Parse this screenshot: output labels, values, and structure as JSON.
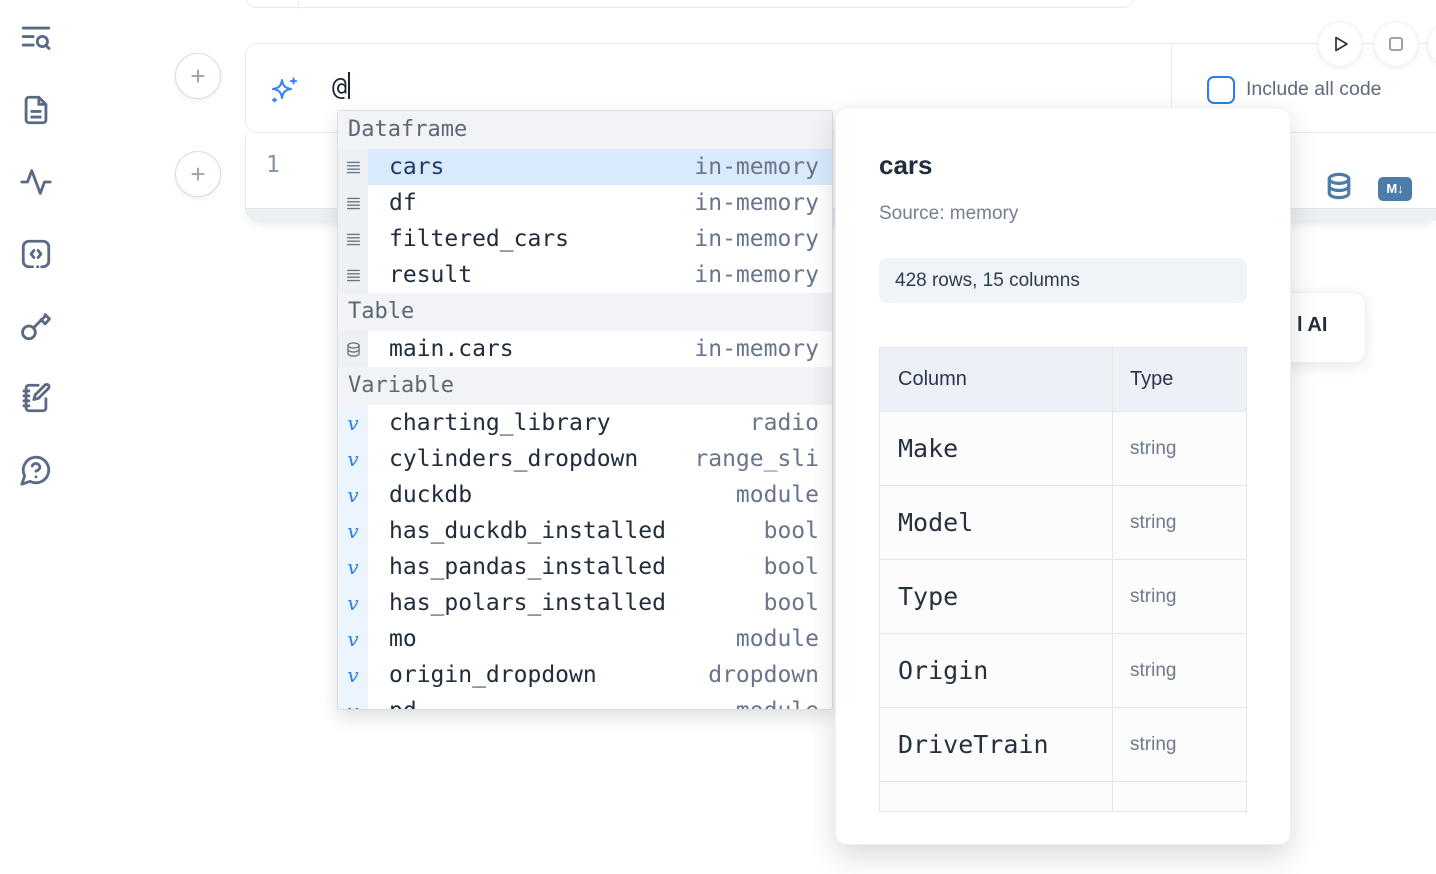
{
  "colors": {
    "accent_blue": "#2f7fe0",
    "selected_row_bg": "#d9eafc",
    "steel_icon": "#4d7ca8",
    "sidebar_icon": "#5a6a85",
    "muted_text": "#68758a"
  },
  "sidebar": {
    "icons": [
      "text-search",
      "file-text",
      "activity",
      "code-snippets",
      "key",
      "notebook-pen",
      "help-chat"
    ]
  },
  "ai_input": {
    "value": "@",
    "include_all_code_label": "Include all code",
    "include_all_code_checked": false
  },
  "editor": {
    "line_number": "1"
  },
  "autocomplete": {
    "sections": [
      {
        "label": "Dataframe",
        "icon": "rows",
        "items": [
          {
            "name": "cars",
            "type": "in-memory",
            "selected": true
          },
          {
            "name": "df",
            "type": "in-memory"
          },
          {
            "name": "filtered_cars",
            "type": "in-memory"
          },
          {
            "name": "result",
            "type": "in-memory"
          }
        ]
      },
      {
        "label": "Table",
        "icon": "database",
        "items": [
          {
            "name": "main.cars",
            "type": "in-memory"
          }
        ]
      },
      {
        "label": "Variable",
        "icon": "variable",
        "items": [
          {
            "name": "charting_library",
            "type": "radio"
          },
          {
            "name": "cylinders_dropdown",
            "type": "range_sli"
          },
          {
            "name": "duckdb",
            "type": "module"
          },
          {
            "name": "has_duckdb_installed",
            "type": "bool"
          },
          {
            "name": "has_pandas_installed",
            "type": "bool"
          },
          {
            "name": "has_polars_installed",
            "type": "bool"
          },
          {
            "name": "mo",
            "type": "module"
          },
          {
            "name": "origin_dropdown",
            "type": "dropdown"
          },
          {
            "name": "pd",
            "type": "module",
            "clipped": true
          }
        ]
      }
    ]
  },
  "preview": {
    "title": "cars",
    "source": "Source: memory",
    "badge": "428 rows, 15 columns",
    "table": {
      "headers": [
        "Column",
        "Type"
      ],
      "rows": [
        [
          "Make",
          "string"
        ],
        [
          "Model",
          "string"
        ],
        [
          "Type",
          "string"
        ],
        [
          "Origin",
          "string"
        ],
        [
          "DriveTrain",
          "string"
        ]
      ],
      "partial_row": true
    }
  },
  "ai_button": {
    "visible_label": "l AI"
  }
}
